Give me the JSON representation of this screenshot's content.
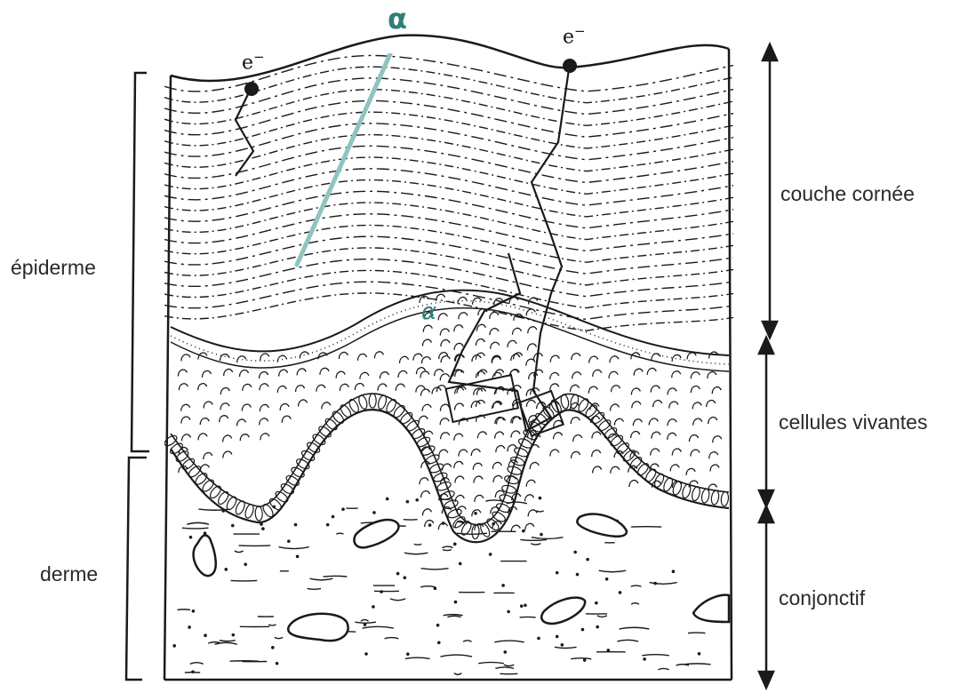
{
  "labels": {
    "epiderme": "épiderme",
    "derme": "derme",
    "couche_cornee": "couche cornée",
    "cellules_vivantes": "cellules vivantes",
    "conjonctif": "conjonctif"
  },
  "particles": {
    "electron_left": "e",
    "electron_right": "e",
    "charge": "−",
    "alpha_top": "α",
    "alpha_inner": "α"
  },
  "colors": {
    "alpha_track": "#8fc4c0",
    "alpha_text": "#2e7f7a",
    "ink": "#1a1a1a"
  }
}
